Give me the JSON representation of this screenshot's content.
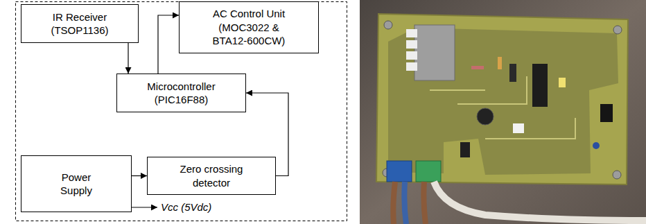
{
  "diagram": {
    "nodes": [
      {
        "text": [
          "IR Receiver (TSOP1136)"
        ]
      },
      {
        "text": [
          "AC Control Unit (MOC3022 & BTA12-600CW)"
        ]
      },
      {
        "text": [
          "Microcontroller (PIC16F88)"
        ]
      },
      {
        "text": [
          "Power Supply"
        ]
      },
      {
        "text": [
          "Zero crossing detector"
        ]
      }
    ],
    "edges": [
      {
        "from": 0,
        "to": 2,
        "arrow": "to"
      },
      {
        "from": 2,
        "to": 1,
        "arrow": "to"
      },
      {
        "from": 3,
        "to": 4,
        "arrow": "to"
      },
      {
        "from": 4,
        "to": 2,
        "arrow": "to"
      }
    ],
    "labels": [
      "Vcc (5Vdc)"
    ]
  }
}
